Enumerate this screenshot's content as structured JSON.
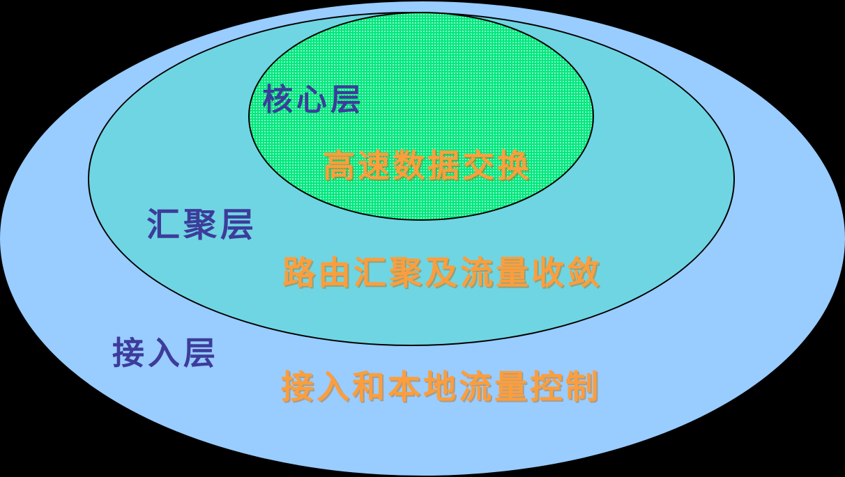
{
  "diagram": {
    "type": "nested-ellipse-layer-diagram",
    "background_color": "#000000",
    "layers": [
      {
        "id": "access",
        "label": "接入层",
        "description": "接入和本地流量控制",
        "fill_color": "#99CCFF",
        "texture": "solid"
      },
      {
        "id": "aggregation",
        "label": "汇聚层",
        "description": "路由汇聚及流量收敛",
        "fill_color": "#7FD8E2",
        "texture": "cyan-dither-dots",
        "outline_color": "#000000"
      },
      {
        "id": "core",
        "label": "核心层",
        "description": "高速数据交换",
        "fill_color": "#00E97E",
        "texture": "light-dots",
        "outline_color": "#000000"
      }
    ],
    "label_text_color": "#3C3C9B",
    "description_text_color": "#FC9E3C"
  }
}
